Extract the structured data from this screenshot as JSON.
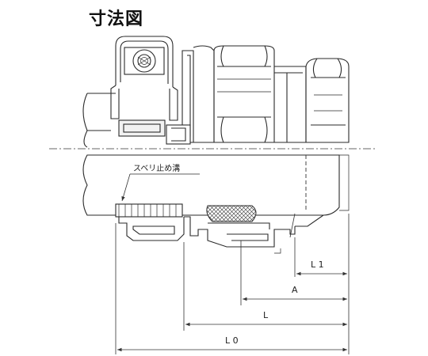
{
  "title": "寸法図",
  "annotations": {
    "groove_note": "スベリ止め溝"
  },
  "dimensions": {
    "l1": "L 1",
    "a": "A",
    "l": "L",
    "l0": "L 0"
  },
  "colors": {
    "line": "#2a2a2a",
    "fill": "#f2f2f2"
  }
}
